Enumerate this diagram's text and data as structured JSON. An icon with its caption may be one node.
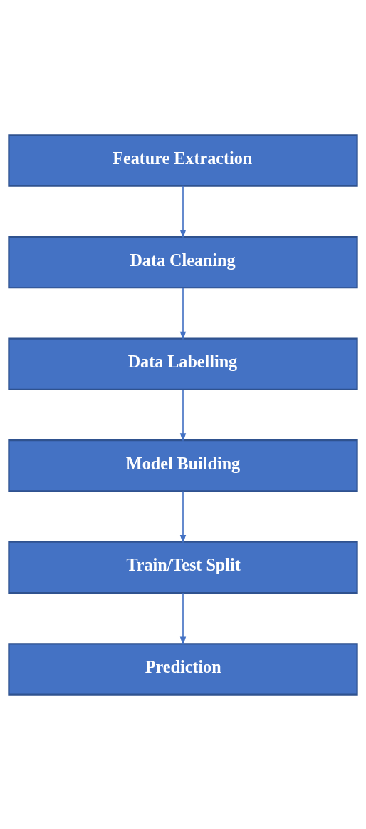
{
  "diagram": {
    "nodes": [
      {
        "text": [
          "Feature Extraction"
        ]
      },
      {
        "text": [
          "Data Cleaning"
        ]
      },
      {
        "text": [
          "Data Labelling"
        ]
      },
      {
        "text": [
          "Model Building"
        ]
      },
      {
        "text": [
          "Train/Test Split"
        ]
      },
      {
        "text": [
          "Prediction"
        ]
      }
    ],
    "edges": [
      {
        "from": 0,
        "to": 1,
        "arrow": "to"
      },
      {
        "from": 1,
        "to": 2,
        "arrow": "to"
      },
      {
        "from": 2,
        "to": 3,
        "arrow": "to"
      },
      {
        "from": 3,
        "to": 4,
        "arrow": "to"
      },
      {
        "from": 4,
        "to": 5,
        "arrow": "to"
      }
    ]
  }
}
